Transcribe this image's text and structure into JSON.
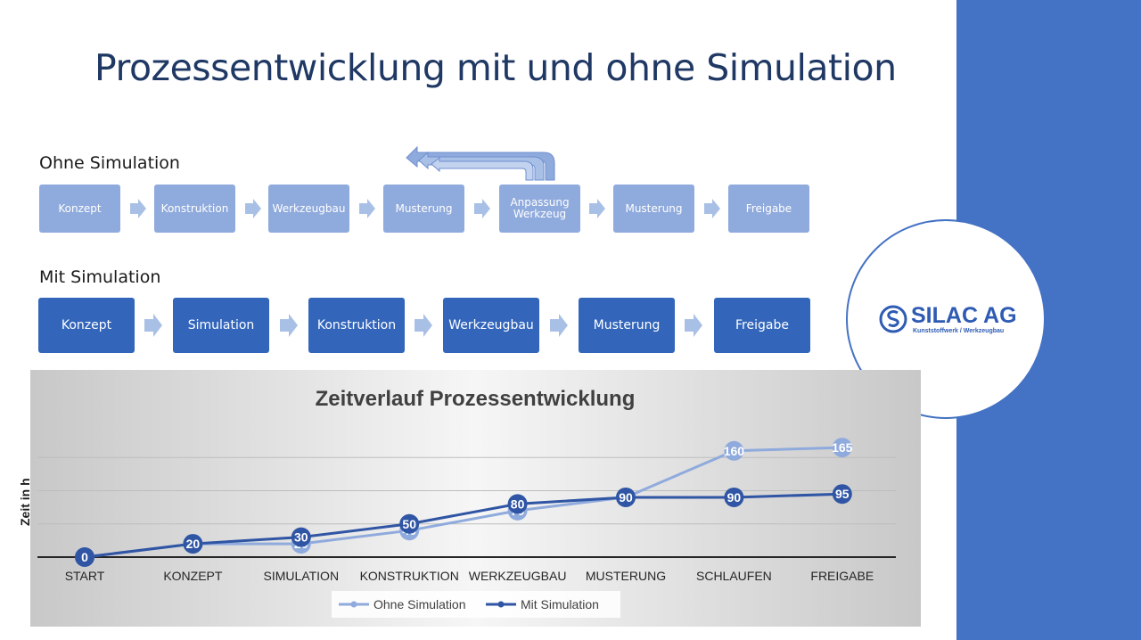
{
  "title": "Prozessentwicklung mit und ohne Simulation",
  "ohne": {
    "label": "Ohne Simulation",
    "steps": [
      "Konzept",
      "Konstruktion",
      "Werkzeugbau",
      "Musterung",
      "Anpassung Werkzeug",
      "Musterung",
      "Freigabe"
    ]
  },
  "mit": {
    "label": "Mit Simulation",
    "steps": [
      "Konzept",
      "Simulation",
      "Konstruktion",
      "Werkzeugbau",
      "Musterung",
      "Freigabe"
    ]
  },
  "logo": {
    "name": "SILAC AG",
    "subtitle": "Kunststoffwerk / Werkzeugbau"
  },
  "colors": {
    "sidebar": "#4472c4",
    "ohne": "#8faadc",
    "mit": "#3366bb",
    "title": "#1f3864"
  },
  "chart_data": {
    "type": "line",
    "title": "Zeitverlauf Prozessentwicklung",
    "ylabel": "Zeit in h",
    "categories": [
      "START",
      "KONZEPT",
      "SIMULATION",
      "KONSTRUKTION",
      "WERKZEUGBAU",
      "MUSTERUNG",
      "SCHLAUFEN",
      "FREIGABE"
    ],
    "series": [
      {
        "name": "Ohne Simulation",
        "color": "#8faadc",
        "values": [
          0,
          20,
          20,
          40,
          70,
          90,
          160,
          165
        ]
      },
      {
        "name": "Mit Simulation",
        "color": "#2f55a4",
        "values": [
          0,
          20,
          30,
          50,
          80,
          90,
          90,
          95
        ]
      }
    ],
    "ylim": [
      0,
      200
    ],
    "grid": true,
    "legend": "bottom"
  }
}
